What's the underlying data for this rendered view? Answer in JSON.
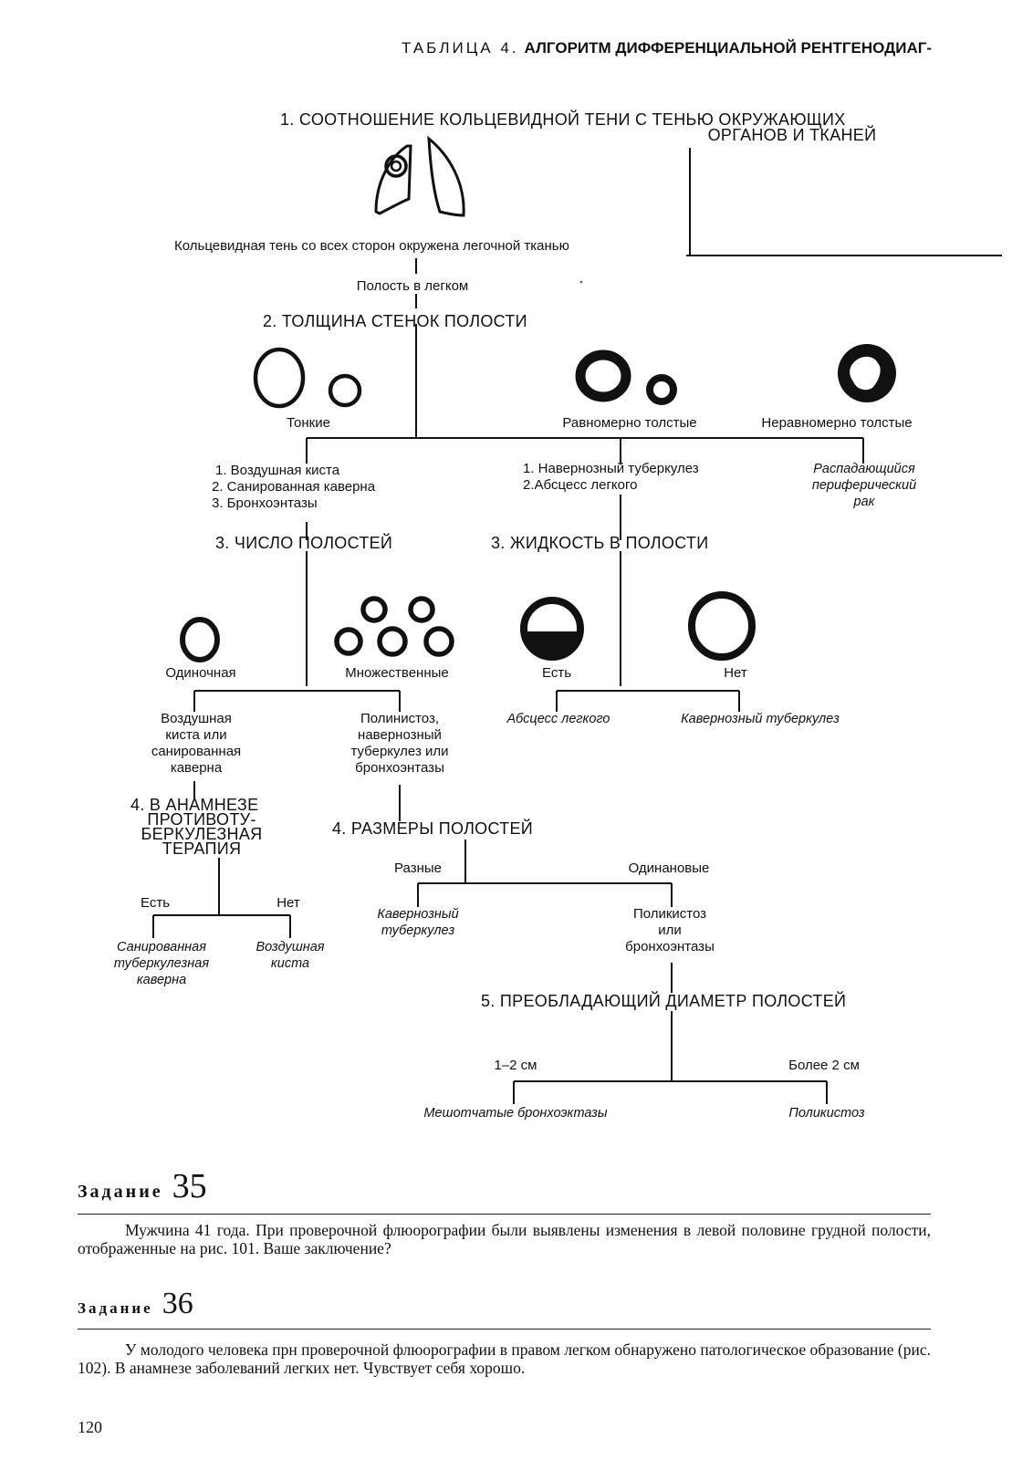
{
  "header": {
    "table_label": "ТАБЛИЦА 4.",
    "table_title": "АЛГОРИТМ ДИФФЕРЕНЦИАЛЬНОЙ РЕНТГЕНОДИАГ-"
  },
  "step1": {
    "heading_line1": "1. СООТНОШЕНИЕ КОЛЬЦЕВИДНОЙ ТЕНИ С ТЕНЬЮ ОКРУЖАЮЩИХ",
    "heading_line2": "ОРГАНОВ И ТКАНЕЙ",
    "ring_label": "Кольцевидная тень со всех сторон окружена легочной тканью",
    "result": "Полость в легком"
  },
  "step2": {
    "heading": "2. ТОЛЩИНА СТЕНОК ПОЛОСТИ",
    "thin": "Тонкие",
    "even": "Равномерно толстые",
    "uneven": "Неравномерно толстые",
    "thin_list": [
      "1. Воздушная киста",
      "2. Санированная каверна",
      "3. Бронхоэнтазы"
    ],
    "even_list": [
      "1. Навернозный туберкулез",
      "2.Абсцесс легкого"
    ],
    "uneven_result": [
      "Распадающийся",
      "периферический",
      "рак"
    ]
  },
  "step3_count": {
    "heading": "3. ЧИСЛО ПОЛОСТЕЙ",
    "single": "Одиночная",
    "multiple": "Множественные",
    "single_result": [
      "Воздушная",
      "киста или",
      "санированная",
      "каверна"
    ],
    "multiple_result": [
      "Полинистоз,",
      "навернозный",
      "туберкулез или",
      "бронхоэнтазы"
    ]
  },
  "step3_fluid": {
    "heading": "3. ЖИДКОСТЬ В ПОЛОСТИ",
    "yes": "Есть",
    "no": "Нет",
    "yes_result": "Абсцесс легкого",
    "no_result": "Кавернозный туберкулез"
  },
  "step4_history": {
    "heading": [
      "4. В АНАМНЕЗЕ",
      "ПРОТИВОТУ-",
      "БЕРКУЛЕЗНАЯ",
      "ТЕРАПИЯ"
    ],
    "yes": "Есть",
    "no": "Нет",
    "yes_result": [
      "Санированная",
      "туберкулезная",
      "каверна"
    ],
    "no_result": [
      "Воздушная",
      "киста"
    ]
  },
  "step4_sizes": {
    "heading": "4. РАЗМЕРЫ ПОЛОСТЕЙ",
    "different": "Разные",
    "same": "Одинановые",
    "different_result": [
      "Кавернозный",
      "туберкулез"
    ],
    "same_result": [
      "Поликистоз",
      "или",
      "бронхоэнтазы"
    ]
  },
  "step5": {
    "heading": "5. ПРЕОБЛАДАЮЩИЙ ДИАМЕТР ПОЛОСТЕЙ",
    "small": "1–2 см",
    "large": "Более 2 см",
    "small_result": "Мешотчатые бронхоэктазы",
    "large_result": "Поликистоз"
  },
  "task35": {
    "word": "Задание",
    "number": "35",
    "text": "Мужчина 41 года. При проверочной флюорографии были выявлены изменения в левой половине грудной полости, отображенные на рис. 101. Ваше заключение?"
  },
  "task36": {
    "word": "Задание",
    "number": "36",
    "text": "У молодого человека прн проверочной флюорографии в правом легком обнаружено патологическое образование (рис. 102). В анамнезе заболеваний легких нет. Чувствует себя хорошо."
  },
  "page_number": "120",
  "icons": {
    "lungs": "lungs-with-ring-shadow-icon",
    "thin_walls": "thin-wall-rings-icon",
    "even_walls": "even-thick-wall-rings-icon",
    "uneven_walls": "uneven-thick-wall-ring-icon",
    "single_cavity": "single-ring-icon",
    "multiple_cavities": "multiple-rings-icon",
    "fluid_yes": "ring-with-fluid-level-icon",
    "fluid_no": "empty-ring-icon"
  }
}
